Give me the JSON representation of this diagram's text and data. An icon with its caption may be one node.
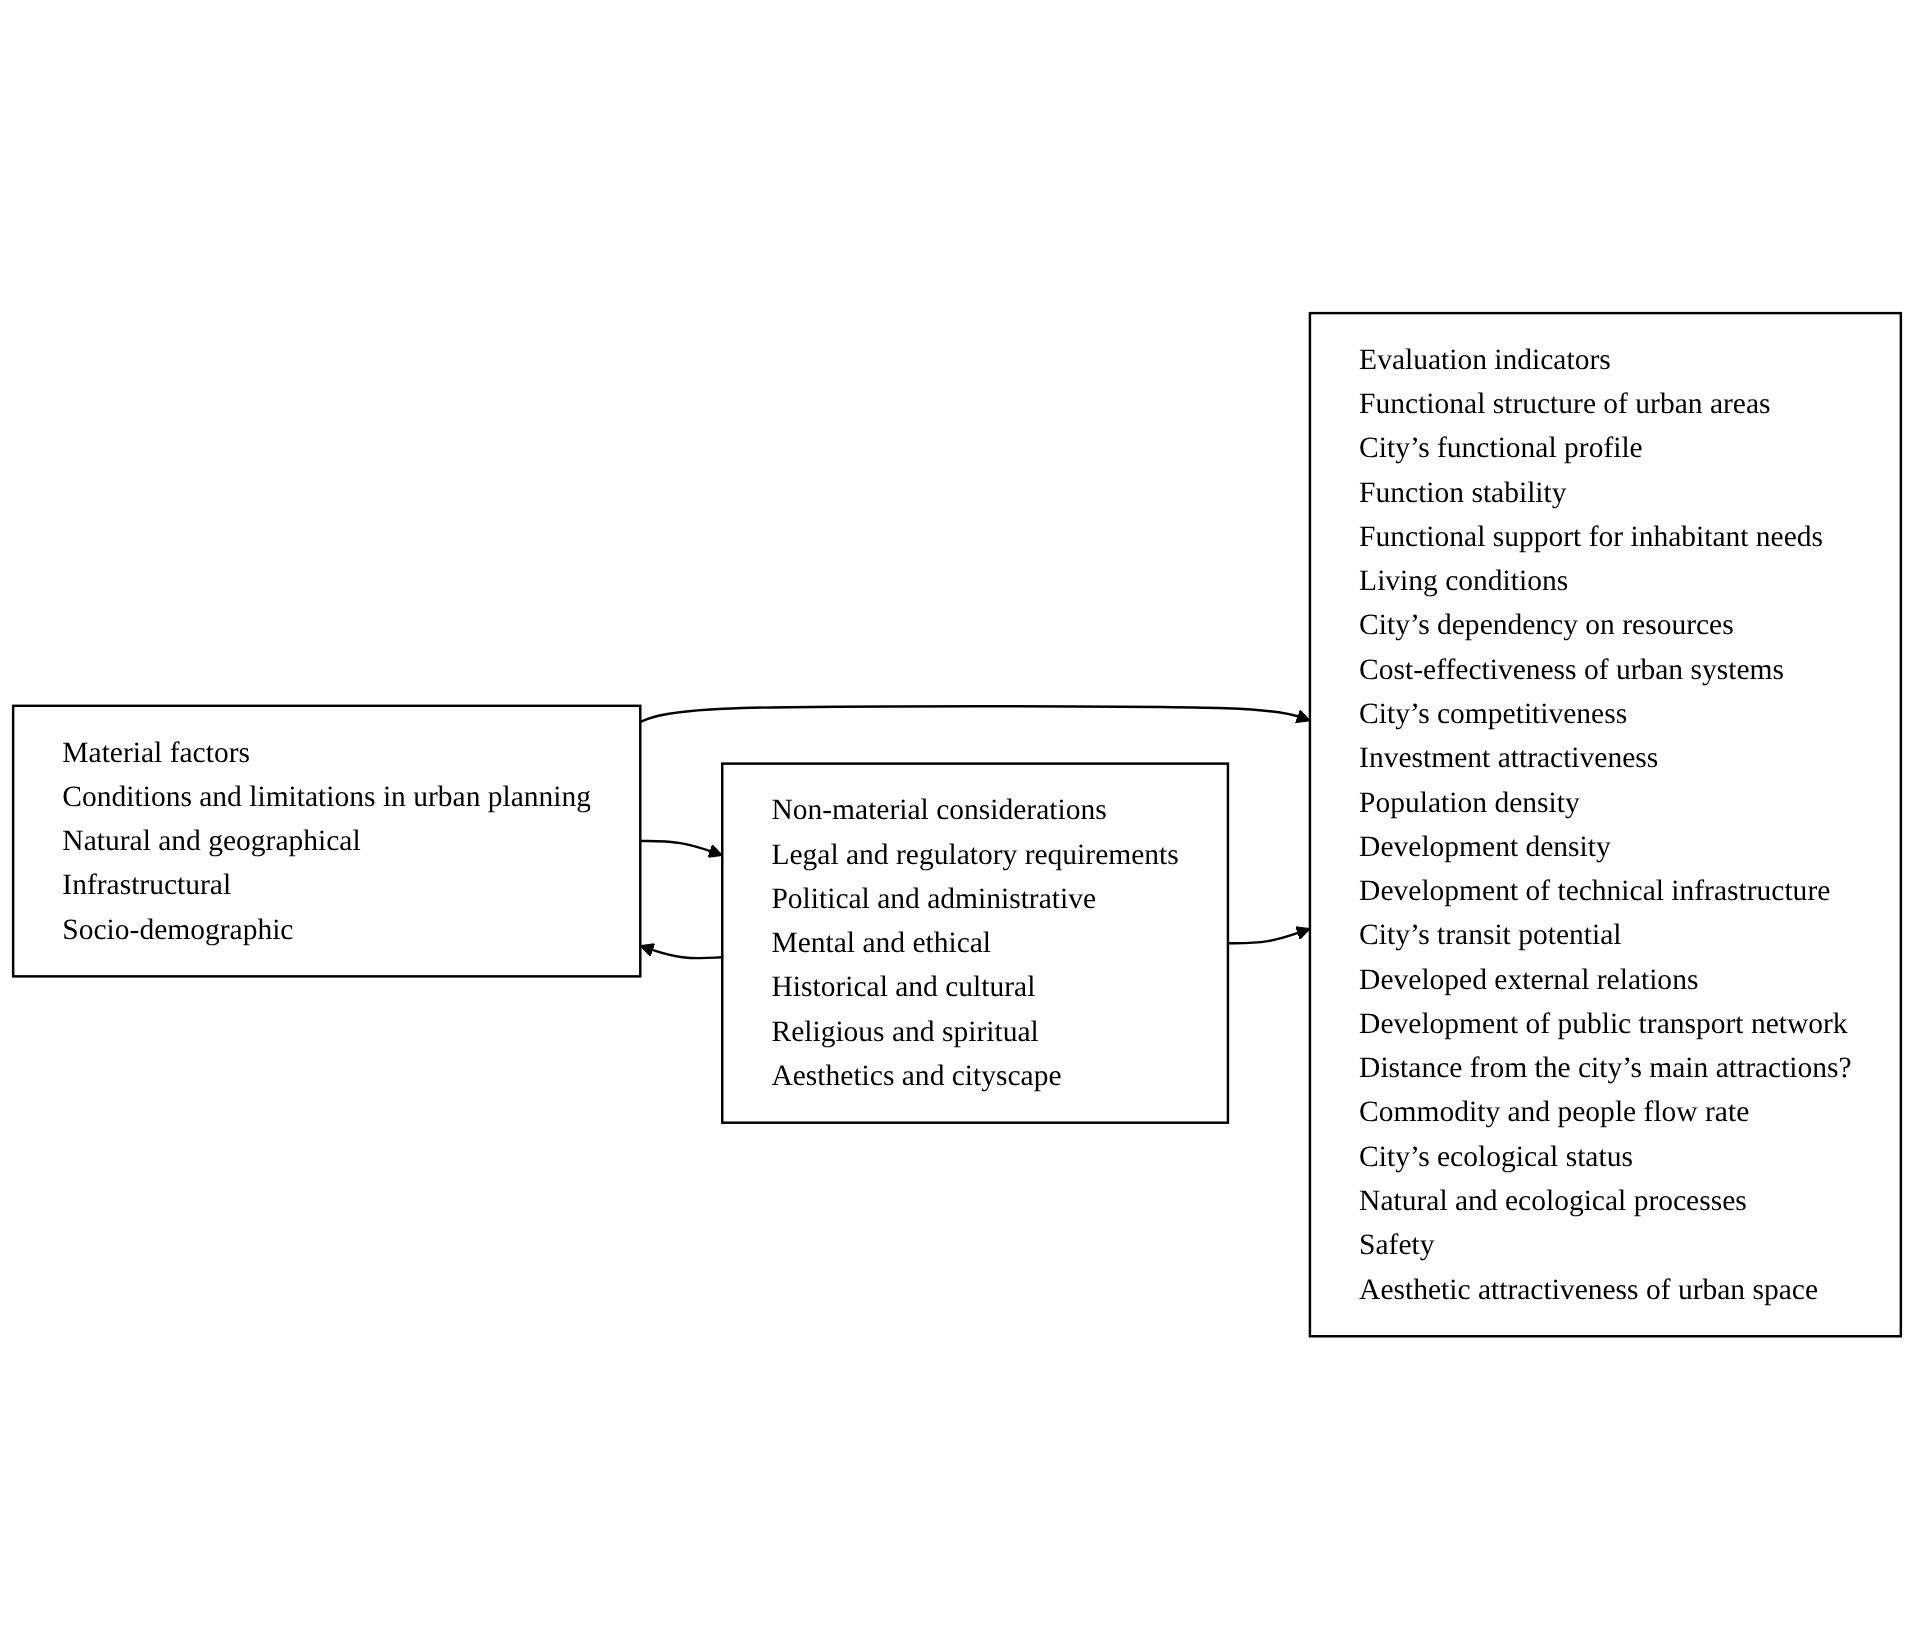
{
  "diagram": {
    "nodes": [
      {
        "text": [
          "Material factors",
          "Conditions and limitations in urban planning",
          "Natural and geographical",
          "Infrastructural",
          "Socio-demographic"
        ]
      },
      {
        "text": [
          "Non-material considerations",
          "Legal and regulatory requirements",
          "Political and administrative",
          "Mental and ethical",
          "Historical and cultural",
          "Religious and spiritual",
          "Aesthetics and cityscape"
        ]
      },
      {
        "text": [
          "Evaluation indicators",
          "Functional structure of urban areas",
          "City’s functional profile",
          "Function stability",
          "Functional support for inhabitant needs",
          "Living conditions",
          "City’s dependency on resources",
          "Cost-effectiveness of urban systems",
          "City’s competitiveness",
          "Investment attractiveness",
          "Population density",
          "Development density",
          "Development of technical infrastructure",
          "City’s transit potential",
          "Developed external relations",
          "Development of public transport network",
          "Distance from the city’s main attractions?",
          "Commodity and people flow rate",
          "City’s ecological status",
          "Natural and ecological processes",
          "Safety",
          "Aesthetic attractiveness of urban space"
        ]
      }
    ],
    "edges": [
      {
        "from": 0,
        "to": 2,
        "arrow": "to"
      },
      {
        "from": 0,
        "to": 1,
        "arrow": "to"
      },
      {
        "from": 1,
        "to": 0,
        "arrow": "to"
      },
      {
        "from": 1,
        "to": 2,
        "arrow": "to"
      }
    ]
  }
}
